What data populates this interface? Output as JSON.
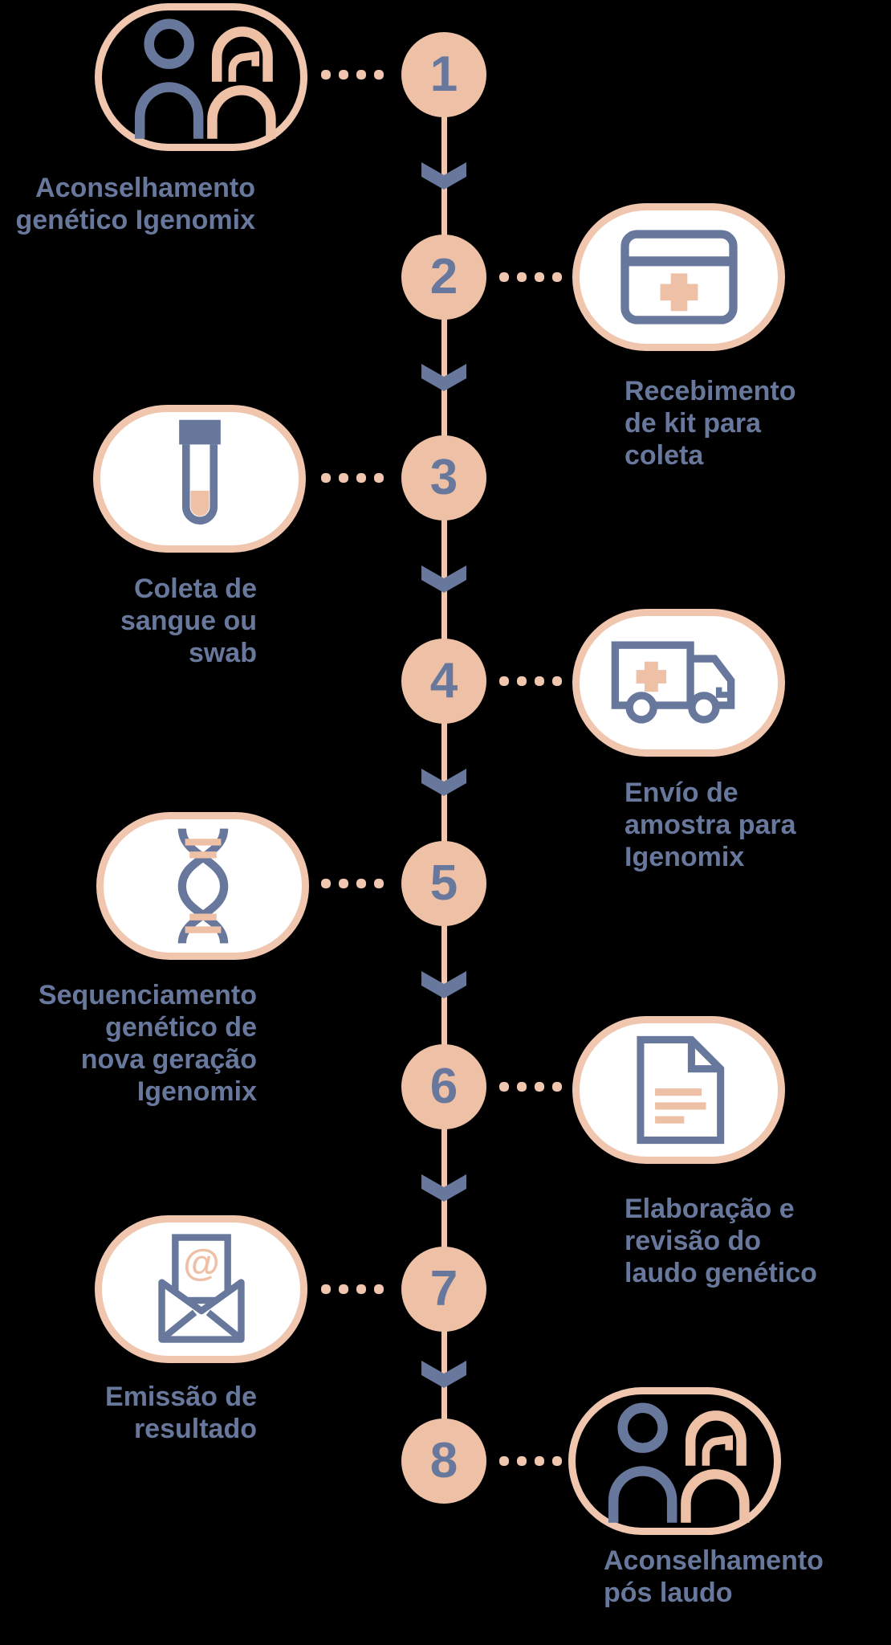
{
  "colors": {
    "background": "#000000",
    "salmon": "#eec0a6",
    "salmon_light": "#f0c6ae",
    "slate": "#68789c",
    "card_fill": "#ffffff"
  },
  "steps": [
    {
      "number": "1",
      "label": "Aconselhamento\ngenético Igenomix",
      "icon": "couple-icon",
      "side": "left"
    },
    {
      "number": "2",
      "label": "Recebimento\nde kit para\ncoleta",
      "icon": "medical-kit-icon",
      "side": "right"
    },
    {
      "number": "3",
      "label": "Coleta de\nsangue ou\nswab",
      "icon": "test-tube-icon",
      "side": "left"
    },
    {
      "number": "4",
      "label": "Envío de\namostra para\nIgenomix",
      "icon": "delivery-truck-icon",
      "side": "right"
    },
    {
      "number": "5",
      "label": "Sequenciamento\ngenético de\nnova geração\nIgenomix",
      "icon": "dna-icon",
      "side": "left"
    },
    {
      "number": "6",
      "label": "Elaboração e\nrevisão do\nlaudo genético",
      "icon": "document-icon",
      "side": "right"
    },
    {
      "number": "7",
      "label": "Emissão de\nresultado",
      "icon": "email-icon",
      "side": "left"
    },
    {
      "number": "8",
      "label": "Aconselhamento\npós laudo",
      "icon": "couple-icon",
      "side": "right"
    }
  ],
  "icons": {
    "email_at_symbol": "@"
  }
}
